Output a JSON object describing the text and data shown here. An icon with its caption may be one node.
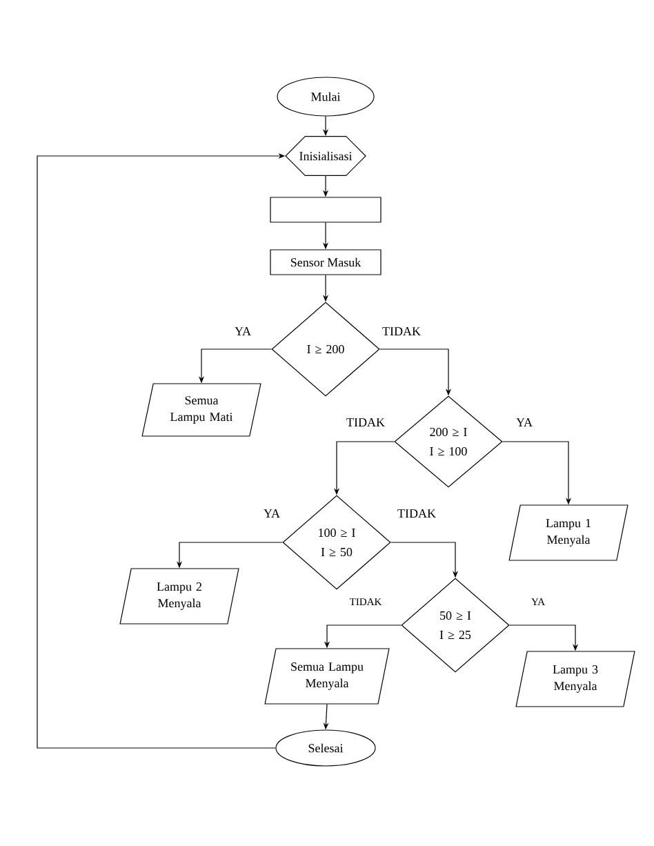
{
  "diagram": {
    "nodes": [
      {
        "text": [
          "Mulai"
        ]
      },
      {
        "text": [
          "Inisialisasi"
        ]
      },
      {
        "text": [],
        "shape": "box"
      },
      {
        "text": [
          "Sensor Masuk"
        ]
      },
      {
        "text": [
          "I ≥ 200"
        ]
      },
      {
        "text": [
          "Semua Lampu Mati"
        ]
      },
      {
        "text": [
          "200 ≥ I",
          "I ≥ 100"
        ]
      },
      {
        "text": [
          "Lampu 1 Menyala"
        ]
      },
      {
        "text": [
          "100 ≥ I",
          "I ≥ 50"
        ]
      },
      {
        "text": [
          "Lampu 2 Menyala"
        ]
      },
      {
        "text": [
          "50 ≥ I",
          "I ≥ 25"
        ]
      },
      {
        "text": [
          "Lampu 3 Menyala"
        ]
      },
      {
        "text": [
          "Semua Lampu Menyala"
        ]
      },
      {
        "text": [
          "Selesai"
        ]
      }
    ],
    "edges": [
      {
        "from": 0,
        "to": 1,
        "arrow": "to"
      },
      {
        "from": 1,
        "to": 2,
        "arrow": "to"
      },
      {
        "from": 2,
        "to": 3,
        "arrow": "to"
      },
      {
        "from": 3,
        "to": 4,
        "arrow": "to"
      },
      {
        "from": 4,
        "to": 5,
        "arrow": "to",
        "label": "YA"
      },
      {
        "from": 4,
        "to": 6,
        "arrow": "to",
        "label": "TIDAK"
      },
      {
        "from": 6,
        "to": 8,
        "arrow": "to",
        "label": "TIDAK"
      },
      {
        "from": 6,
        "to": 7,
        "arrow": "to",
        "label": "YA"
      },
      {
        "from": 8,
        "to": 9,
        "arrow": "to",
        "label": "YA"
      },
      {
        "from": 8,
        "to": 10,
        "arrow": "to",
        "label": "TIDAK"
      },
      {
        "from": 10,
        "to": 12,
        "arrow": "to",
        "label": "TIDAK"
      },
      {
        "from": 10,
        "to": 11,
        "arrow": "to",
        "label": "YA"
      },
      {
        "from": 12,
        "to": 13,
        "arrow": "to"
      },
      {
        "from": 13,
        "to": 1,
        "arrow": "to"
      }
    ]
  }
}
